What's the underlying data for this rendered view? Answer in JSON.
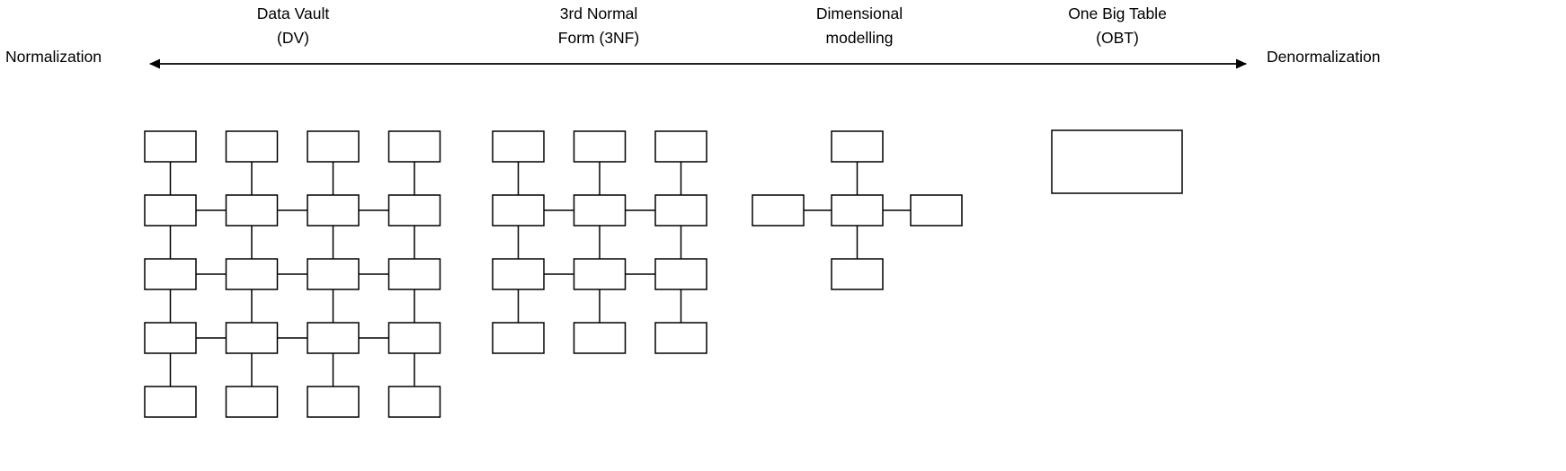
{
  "page": {
    "background": "#ffffff",
    "line_color": "#000000"
  },
  "axis": {
    "left_label": "Normalization",
    "right_label": "Denormalization",
    "arrow_style": "double-headed",
    "arrow_color": "#000000"
  },
  "approaches": [
    {
      "id": "data-vault",
      "label": "Data Vault\n(DV)"
    },
    {
      "id": "third-normal-form",
      "label": "3rd Normal\nForm (3NF)"
    },
    {
      "id": "dimensional-modelling",
      "label": "Dimensional\nmodelling"
    },
    {
      "id": "one-big-table",
      "label": "One Big Table\n(OBT)"
    }
  ],
  "diagrams": {
    "data_vault": {
      "type": "lattice",
      "rows": 5,
      "cols": 4,
      "horizontal_connected_rows": [
        1,
        2,
        3
      ],
      "vertical_connections": "all-consecutive-rows"
    },
    "third_normal_form": {
      "type": "lattice",
      "rows": 4,
      "cols": 3,
      "horizontal_connected_rows": [
        1,
        2
      ],
      "vertical_connections": "all-consecutive-rows"
    },
    "dimensional_modelling": {
      "type": "star",
      "center": "fact-table",
      "satellites": [
        "top",
        "left",
        "right",
        "bottom"
      ]
    },
    "one_big_table": {
      "type": "single",
      "boxes": 1
    }
  },
  "style": {
    "box_fill": "#ffffff",
    "box_stroke": "#000000"
  }
}
